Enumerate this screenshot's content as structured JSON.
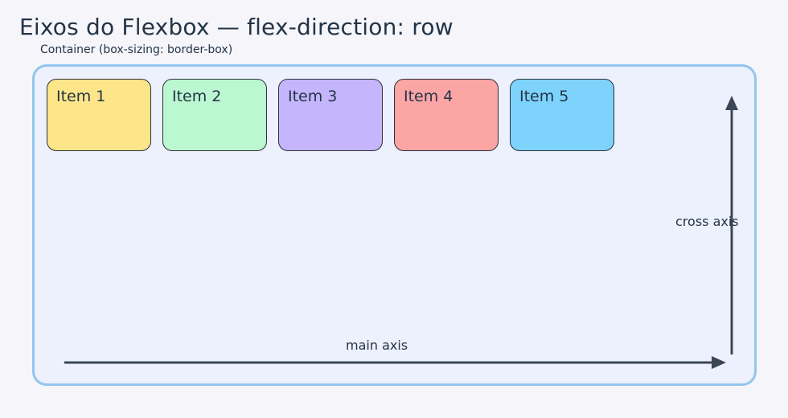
{
  "title": "Eixos do Flexbox — flex-direction: row",
  "container_label": "Container (box-sizing: border-box)",
  "items": [
    {
      "label": "Item 1",
      "color": "#fde68a"
    },
    {
      "label": "Item 2",
      "color": "#bbf7d0"
    },
    {
      "label": "Item 3",
      "color": "#c4b5fd"
    },
    {
      "label": "Item 4",
      "color": "#fca5a5"
    },
    {
      "label": "Item 5",
      "color": "#7dd3fc"
    }
  ],
  "axes": {
    "main_label": "main axis",
    "cross_label": "cross axis",
    "color": "#3b4656"
  },
  "colors": {
    "background": "#f5f5fa",
    "container_fill": "#edf1fd",
    "container_border": "#93c5ee"
  }
}
